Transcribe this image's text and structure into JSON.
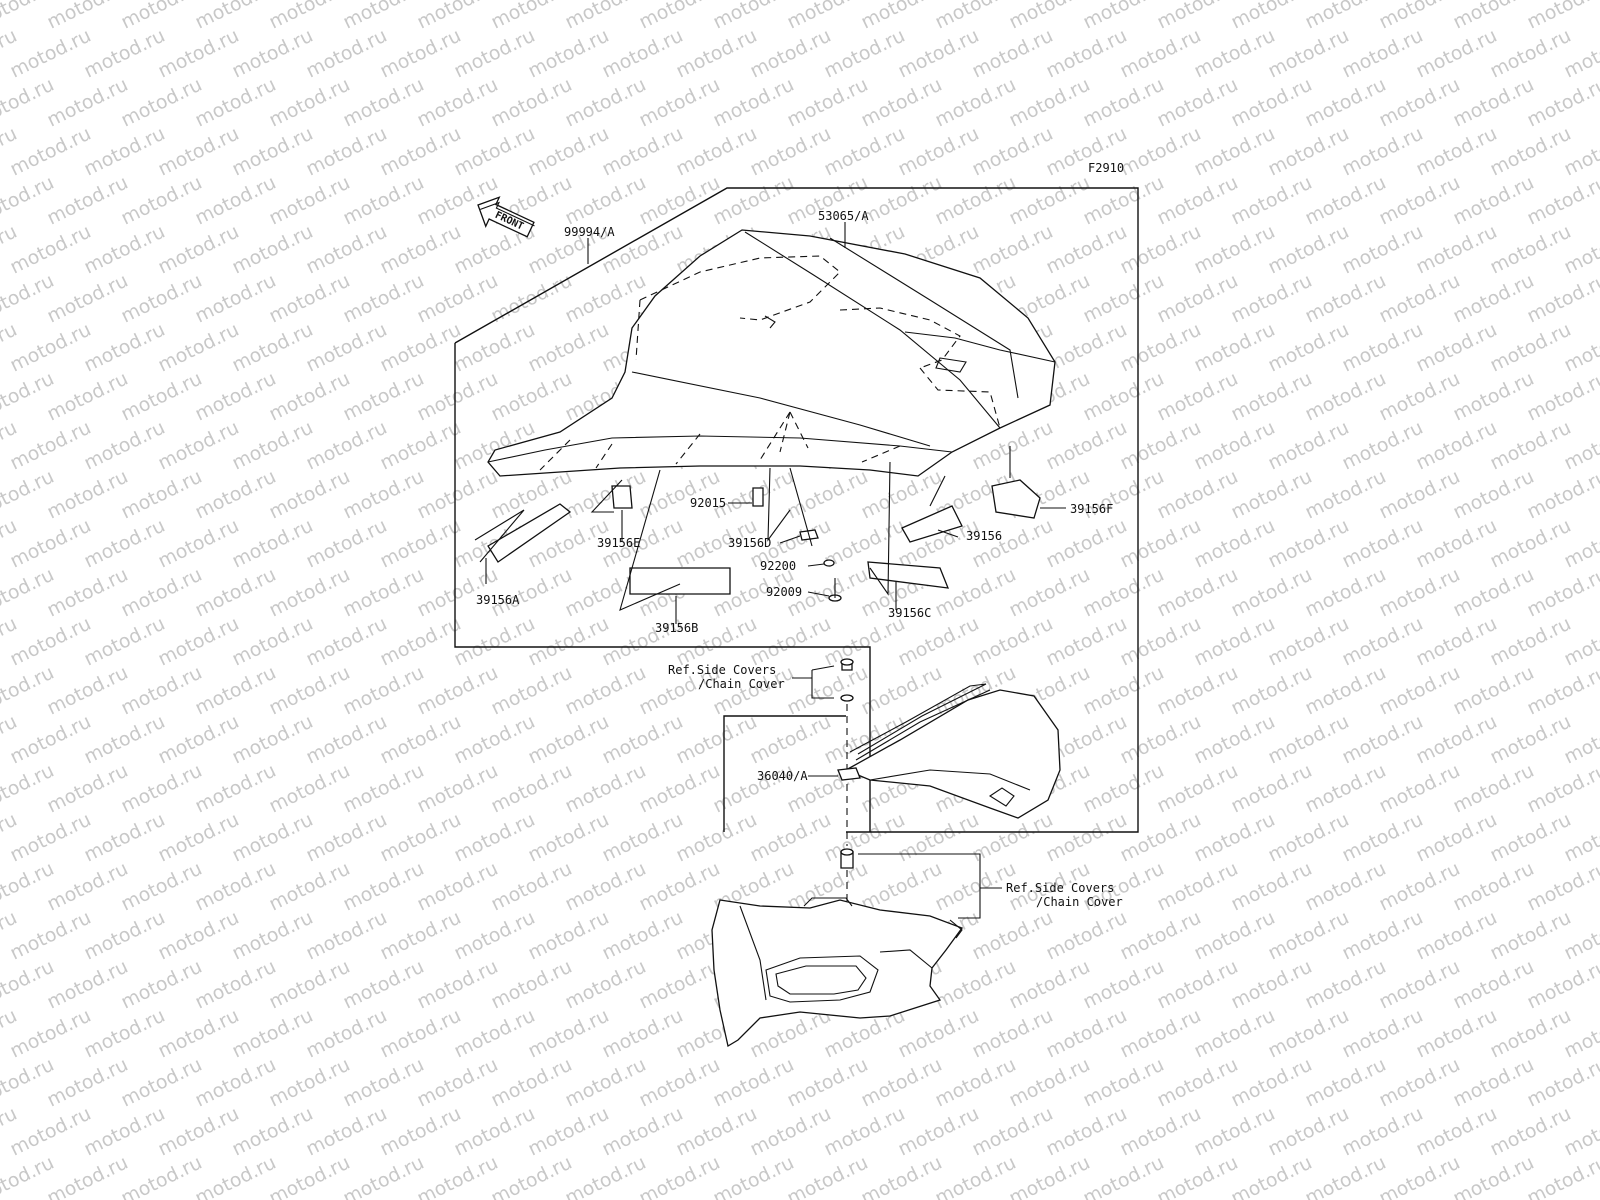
{
  "watermark": "motod.ru",
  "diagram_code": "F2910",
  "front_label": "FRONT",
  "parts": {
    "p99994A": "99994/A",
    "p53065A": "53065/A",
    "p92015": "92015",
    "p39156E": "39156E",
    "p39156D": "39156D",
    "p92200": "92200",
    "p92009": "92009",
    "p39156": "39156",
    "p39156F": "39156F",
    "p39156A": "39156A",
    "p39156B": "39156B",
    "p39156C": "39156C",
    "p36040A": "36040/A"
  },
  "refs": {
    "top_line1": "Ref.Side Covers",
    "top_line2": "/Chain Cover",
    "bottom_line1": "Ref.Side Covers",
    "bottom_line2": "/Chain Cover"
  },
  "colors": {
    "line": "#111111",
    "watermark": "#c8c8c8"
  }
}
